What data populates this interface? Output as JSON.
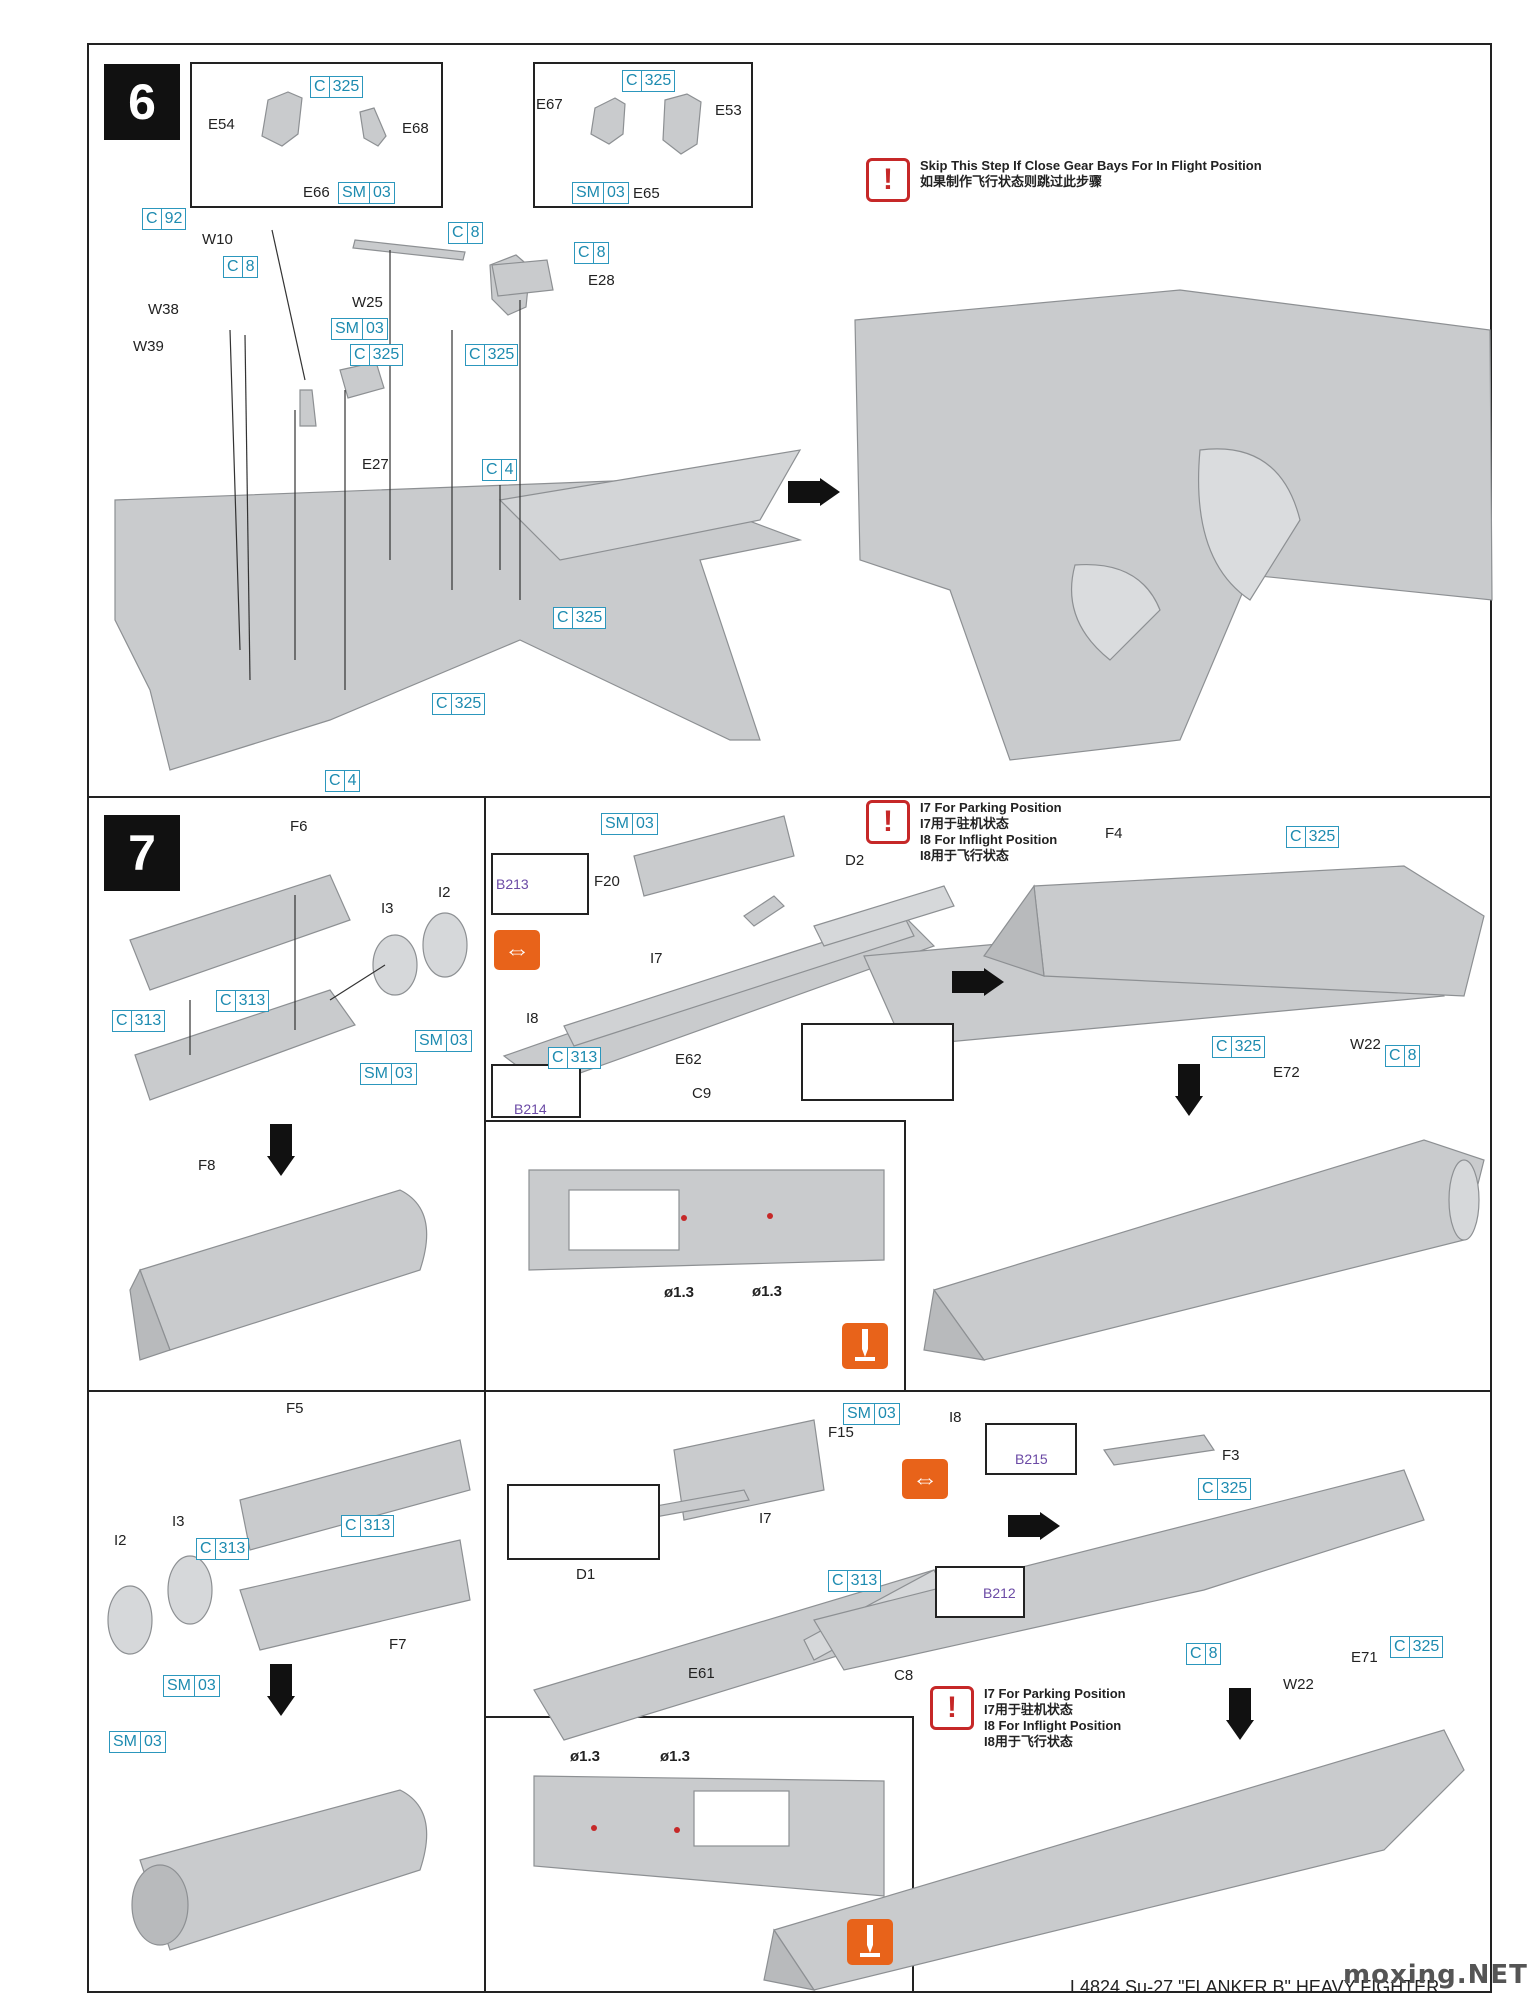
{
  "steps": {
    "s6": "6",
    "s7": "7"
  },
  "warnings": {
    "w6_en": "Skip This Step If Close Gear Bays For In Flight Position",
    "w6_cn": "如果制作飞行状态则跳过此步骤",
    "w7_l1": "I7 For Parking Position",
    "w7_l2": "I7用于驻机状态",
    "w7_l3": "I8 For Inflight Position",
    "w7_l4": "I8用于飞行状态",
    "icon": "!"
  },
  "icons": {
    "warning": "exclamation-icon",
    "drill": "drill-icon",
    "flip": "flip-arrows-icon",
    "next": "arrow-right-icon",
    "down": "arrow-down-icon"
  },
  "colors": {
    "code": "#2c97bd",
    "warning": "#c62828",
    "accent": "#e8631a",
    "part_ref": "#6b4aa5"
  },
  "codes": {
    "c325": [
      "C",
      "325"
    ],
    "c92": [
      "C",
      "92"
    ],
    "c8": [
      "C",
      "8"
    ],
    "c4": [
      "C",
      "4"
    ],
    "c313": [
      "C",
      "313"
    ],
    "sm03": [
      "SM",
      "03"
    ]
  },
  "parts": {
    "e54": "E54",
    "e68": "E68",
    "e66": "E66",
    "e67": "E67",
    "e53": "E53",
    "e65": "E65",
    "w10": "W10",
    "w38": "W38",
    "w39": "W39",
    "w25": "W25",
    "e28": "E28",
    "e27": "E27",
    "f6": "F6",
    "i3": "I3",
    "i2": "I2",
    "f8": "F8",
    "f20": "F20",
    "i7": "I7",
    "i8": "I8",
    "d2": "D2",
    "e62": "E62",
    "c9": "C9",
    "f4": "F4",
    "e72": "E72",
    "w22": "W22",
    "f5": "F5",
    "f7": "F7",
    "f15": "F15",
    "d1": "D1",
    "e61": "E61",
    "c8p": "C8",
    "f3": "F3",
    "e71": "E71"
  },
  "refs": {
    "b213": "B213",
    "b214": "B214",
    "b215": "B215",
    "b212": "B212"
  },
  "dims": {
    "d13": "ø1.3"
  },
  "footer": "L4824  Su-27 \"FLANKER B\" HEAVY FIGHTER",
  "watermark": "moxing.NET"
}
